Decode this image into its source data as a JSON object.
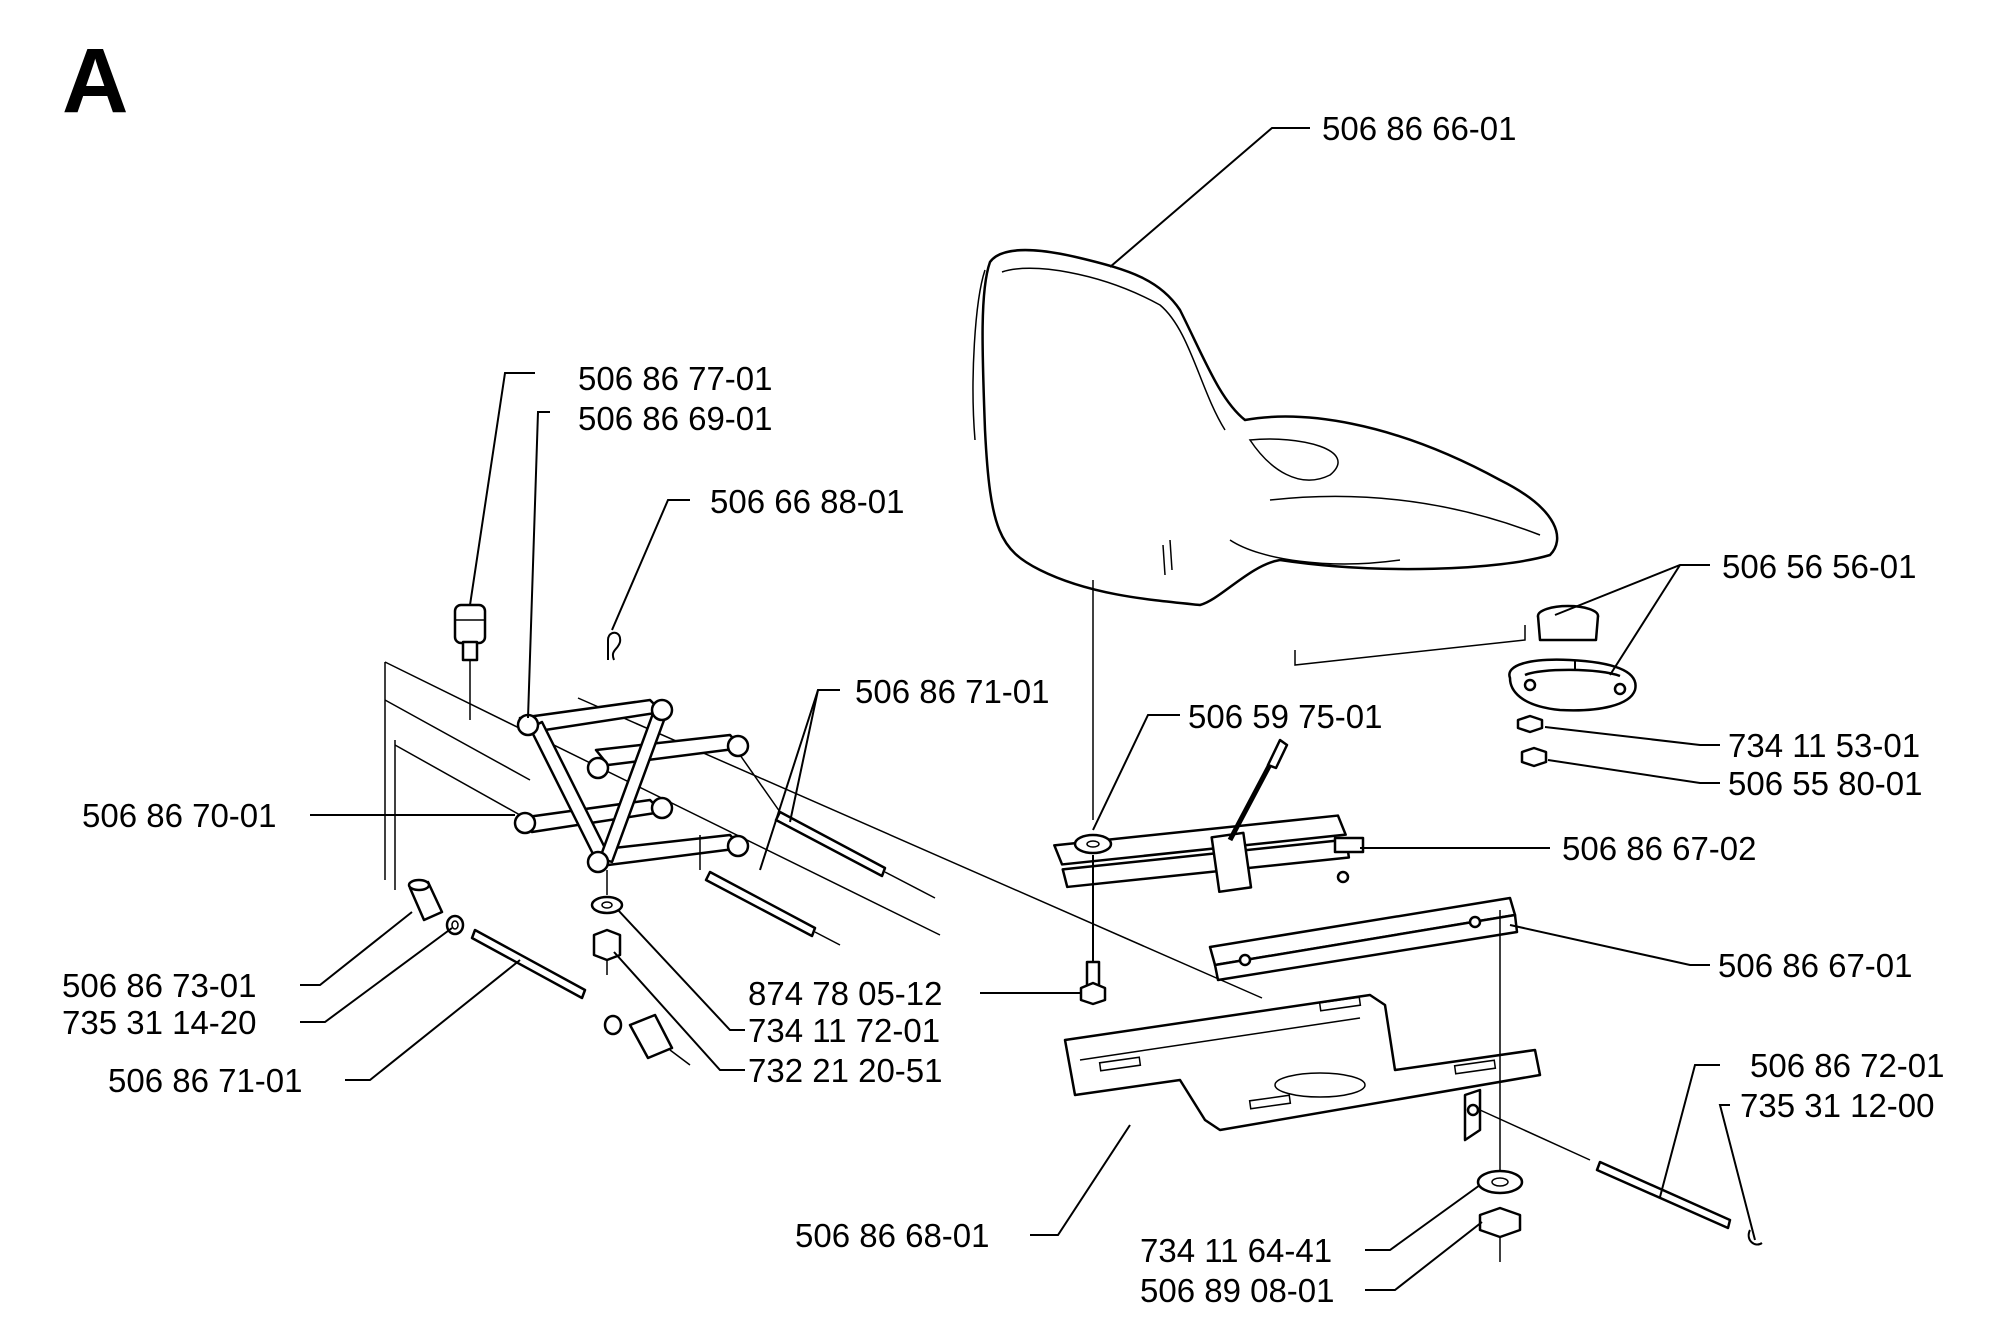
{
  "diagram": {
    "section_letter": "A",
    "part_numbers": {
      "seat": "506 86 66-01",
      "bumper": "506 56 56-01",
      "nut_bumper": "734 11 53-01",
      "screw_bumper": "506 55 80-01",
      "lever": "506 59 75-01",
      "slide_rail_handle": "506 86 67-02",
      "slide_rail": "506 86 67-01",
      "screw_rail": "874 78 05-12",
      "stud_top": "506 86 77-01",
      "link_top": "506 86 69-01",
      "clip_r": "506 66 88-01",
      "pins_mid": "506 86 71-01",
      "link_mid": "506 86 70-01",
      "spacer": "506 86 73-01",
      "ring_left": "735 31 14-20",
      "pin_left": "506 86 71-01",
      "washer_mid": "734 11 72-01",
      "nut_mid": "732 21 20-51",
      "bracket": "506 86 68-01",
      "washer_bottom": "734 11 64-41",
      "nut_bottom": "506 89 08-01",
      "pin_right": "506 86 72-01",
      "clip_right": "735 31 12-00"
    }
  }
}
